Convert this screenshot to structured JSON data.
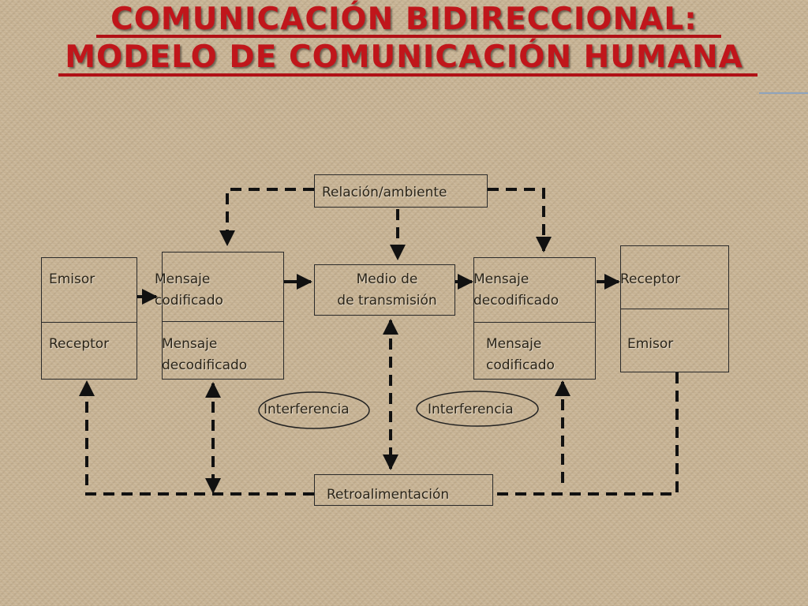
{
  "title": {
    "line1": "COMUNICACIÓN BIDIRECCIONAL:",
    "line2": "MODELO DE COMUNICACIÓN HUMANA"
  },
  "diagram": {
    "relacion": "Relación/ambiente",
    "left_top": "Emisor",
    "left_bottom": "Receptor",
    "msg_left_top": "Mensaje\ncodificado",
    "msg_left_bottom": "Mensaje\ndecodificado",
    "medio": "Medio de\nde transmisión",
    "msg_right_top": "Mensaje\ndecodificado",
    "msg_right_bottom": "Mensaje\ncodificado",
    "right_top": "Receptor",
    "right_bottom": "Emisor",
    "interferencia_1": "Interferencia",
    "interferencia_2": "Interferencia",
    "retroalimentacion": "Retroalimentación"
  }
}
